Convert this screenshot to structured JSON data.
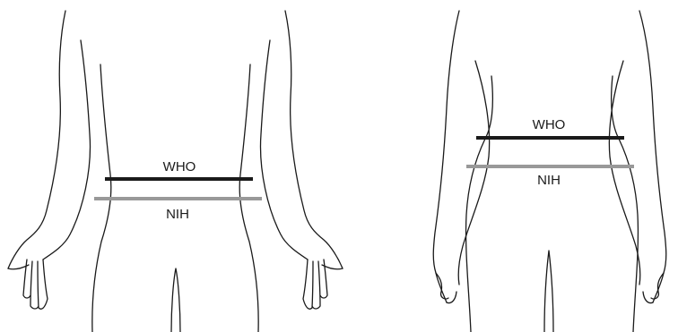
{
  "figures": [
    {
      "who_label": "WHO",
      "nih_label": "NIH"
    },
    {
      "who_label": "WHO",
      "nih_label": "NIH"
    }
  ],
  "colors": {
    "who_line": "#1a1a1a",
    "nih_line": "#999999",
    "outline": "#1a1a1a",
    "background": "#ffffff"
  }
}
